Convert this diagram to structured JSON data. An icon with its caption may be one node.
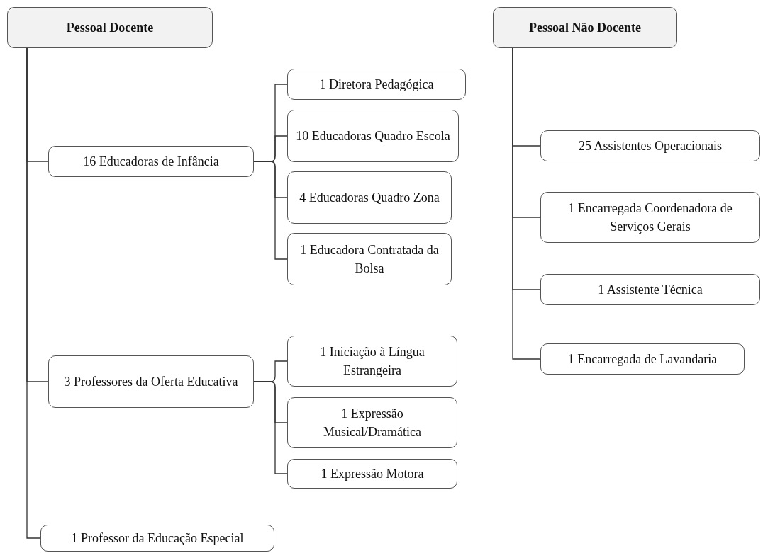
{
  "diagram": {
    "nodes": [
      {
        "text": [
          "Pessoal Docente"
        ]
      },
      {
        "text": [
          "16 Educadoras de Infância"
        ]
      },
      {
        "text": [
          "1 Diretora Pedagógica"
        ]
      },
      {
        "text": [
          "10 Educadoras Quadro Escola"
        ]
      },
      {
        "text": [
          "4 Educadoras Quadro Zona"
        ]
      },
      {
        "text": [
          "1 Educadora Contratada da Bolsa"
        ]
      },
      {
        "text": [
          "3 Professores da Oferta Educativa"
        ]
      },
      {
        "text": [
          "1 Iniciação à Língua Estrangeira"
        ]
      },
      {
        "text": [
          "1 Expressão Musical/Dramática"
        ]
      },
      {
        "text": [
          "1 Expressão Motora"
        ]
      },
      {
        "text": [
          "1 Professor da Educação Especial"
        ]
      },
      {
        "text": [
          "Pessoal Não Docente"
        ]
      },
      {
        "text": [
          "25 Assistentes Operacionais"
        ]
      },
      {
        "text": [
          "1 Encarregada Coordenadora de Serviços Gerais"
        ]
      },
      {
        "text": [
          "1 Assistente Técnica"
        ]
      },
      {
        "text": [
          "1 Encarregada de Lavandaria"
        ]
      }
    ],
    "edges": [
      {
        "from": 0,
        "to": 1,
        "arrow": "none"
      },
      {
        "from": 0,
        "to": 6,
        "arrow": "none"
      },
      {
        "from": 0,
        "to": 10,
        "arrow": "none"
      },
      {
        "from": 1,
        "to": 2,
        "arrow": "none"
      },
      {
        "from": 1,
        "to": 3,
        "arrow": "none"
      },
      {
        "from": 1,
        "to": 4,
        "arrow": "none"
      },
      {
        "from": 1,
        "to": 5,
        "arrow": "none"
      },
      {
        "from": 6,
        "to": 7,
        "arrow": "none"
      },
      {
        "from": 6,
        "to": 8,
        "arrow": "none"
      },
      {
        "from": 6,
        "to": 9,
        "arrow": "none"
      },
      {
        "from": 11,
        "to": 12,
        "arrow": "none"
      },
      {
        "from": 11,
        "to": 13,
        "arrow": "none"
      },
      {
        "from": 11,
        "to": 14,
        "arrow": "none"
      },
      {
        "from": 11,
        "to": 15,
        "arrow": "none"
      }
    ]
  }
}
